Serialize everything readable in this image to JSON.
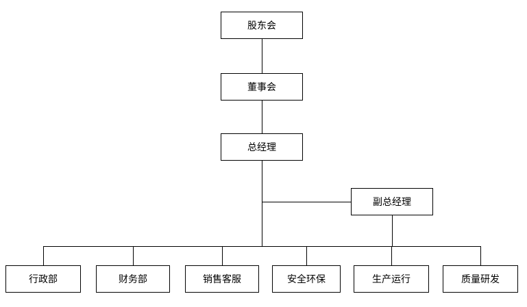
{
  "diagram": {
    "type": "org-chart",
    "colors": {
      "background": "#ffffff",
      "box_border": "#000000",
      "line": "#000000",
      "text": "#000000"
    },
    "nodes": {
      "shareholders": {
        "label": "股东会"
      },
      "board": {
        "label": "董事会"
      },
      "general_manager": {
        "label": "总经理"
      },
      "deputy_general_manager": {
        "label": "副总经理"
      },
      "admin_dept": {
        "label": "行政部"
      },
      "finance_dept": {
        "label": "财务部"
      },
      "sales_service_dept": {
        "label": "销售客服"
      },
      "safety_environment_dept": {
        "label": "安全环保"
      },
      "production_operation_dept": {
        "label": "生产运行"
      },
      "quality_rd_dept": {
        "label": "质量研发"
      }
    },
    "edges": [
      {
        "from": "shareholders",
        "to": "board"
      },
      {
        "from": "board",
        "to": "general_manager"
      },
      {
        "from": "general_manager",
        "to": "deputy_general_manager"
      },
      {
        "from": "general_manager",
        "to": "admin_dept"
      },
      {
        "from": "general_manager",
        "to": "finance_dept"
      },
      {
        "from": "general_manager",
        "to": "sales_service_dept"
      },
      {
        "from": "deputy_general_manager",
        "to": "safety_environment_dept"
      },
      {
        "from": "deputy_general_manager",
        "to": "production_operation_dept"
      },
      {
        "from": "deputy_general_manager",
        "to": "quality_rd_dept"
      }
    ]
  }
}
